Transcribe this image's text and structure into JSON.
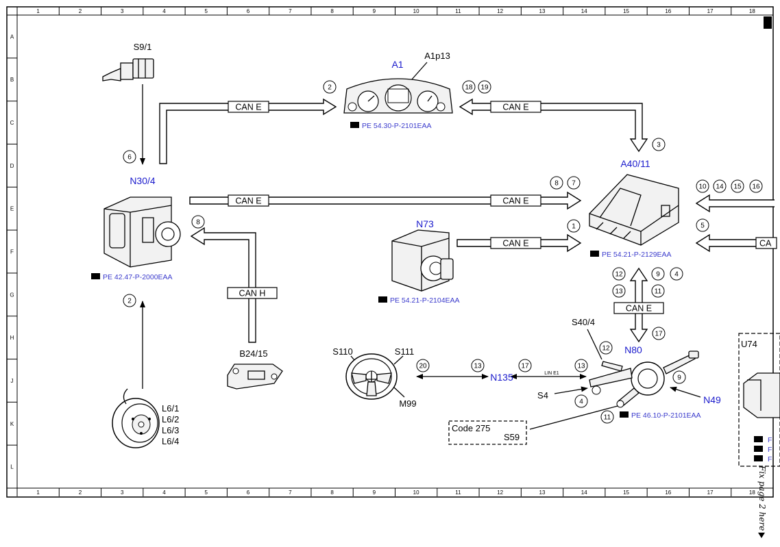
{
  "grid": {
    "columns": [
      "1",
      "2",
      "3",
      "4",
      "5",
      "6",
      "7",
      "8",
      "9",
      "10",
      "11",
      "12",
      "13",
      "14",
      "15",
      "16",
      "17",
      "18"
    ],
    "rows": [
      "A",
      "B",
      "C",
      "D",
      "E",
      "F",
      "G",
      "H",
      "J",
      "K",
      "L"
    ]
  },
  "components": {
    "s9_1": "S9/1",
    "a1": "A1",
    "a1p13": "A1p13",
    "a40_11": "A40/11",
    "n30_4": "N30/4",
    "n73": "N73",
    "b24_15": "B24/15",
    "s110": "S110",
    "s111": "S111",
    "m99": "M99",
    "n135": "N135",
    "s40_4": "S40/4",
    "n80": "N80",
    "s4": "S4",
    "n49": "N49",
    "u74": "U74",
    "l6_1": "L6/1",
    "l6_2": "L6/2",
    "l6_3": "L6/3",
    "l6_4": "L6/4",
    "code": "Code 275",
    "s59": "S59"
  },
  "buses": {
    "can_e": "CAN E",
    "can_h": "CAN H",
    "can_e_partial": "CA",
    "line_e1": "LIN E1"
  },
  "references": {
    "a1": "PE 54.30-P-2101EAA",
    "n30_4": "PE 42.47-P-2000EAA",
    "n73": "PE 54.21-P-2104EAA",
    "a40_11": "PE 54.21-P-2129EAA",
    "n80": "PE 46.10-P-2101EAA",
    "u74_partial": "F"
  },
  "signal_numbers": {
    "n2a": "2",
    "n18": "18",
    "n19": "19",
    "n3": "3",
    "n6": "6",
    "n8a": "8",
    "n7": "7",
    "n8b": "8",
    "n1": "1",
    "n10": "10",
    "n14": "14",
    "n15": "15",
    "n16": "16",
    "n5": "5",
    "n12a": "12",
    "n9a": "9",
    "n4a": "4",
    "n13a": "13",
    "n11a": "11",
    "n17a": "17",
    "n2b": "2",
    "n20": "20",
    "n13b": "13",
    "n17b": "17",
    "n13c": "13",
    "n12b": "12",
    "n9b": "9",
    "n4b": "4",
    "n11b": "11"
  },
  "side_note": "Fix page 2 here",
  "colors": {
    "ink": "#000000",
    "label_blue": "#1a1acc",
    "ref_blue": "#3a3acc",
    "background": "#ffffff"
  }
}
